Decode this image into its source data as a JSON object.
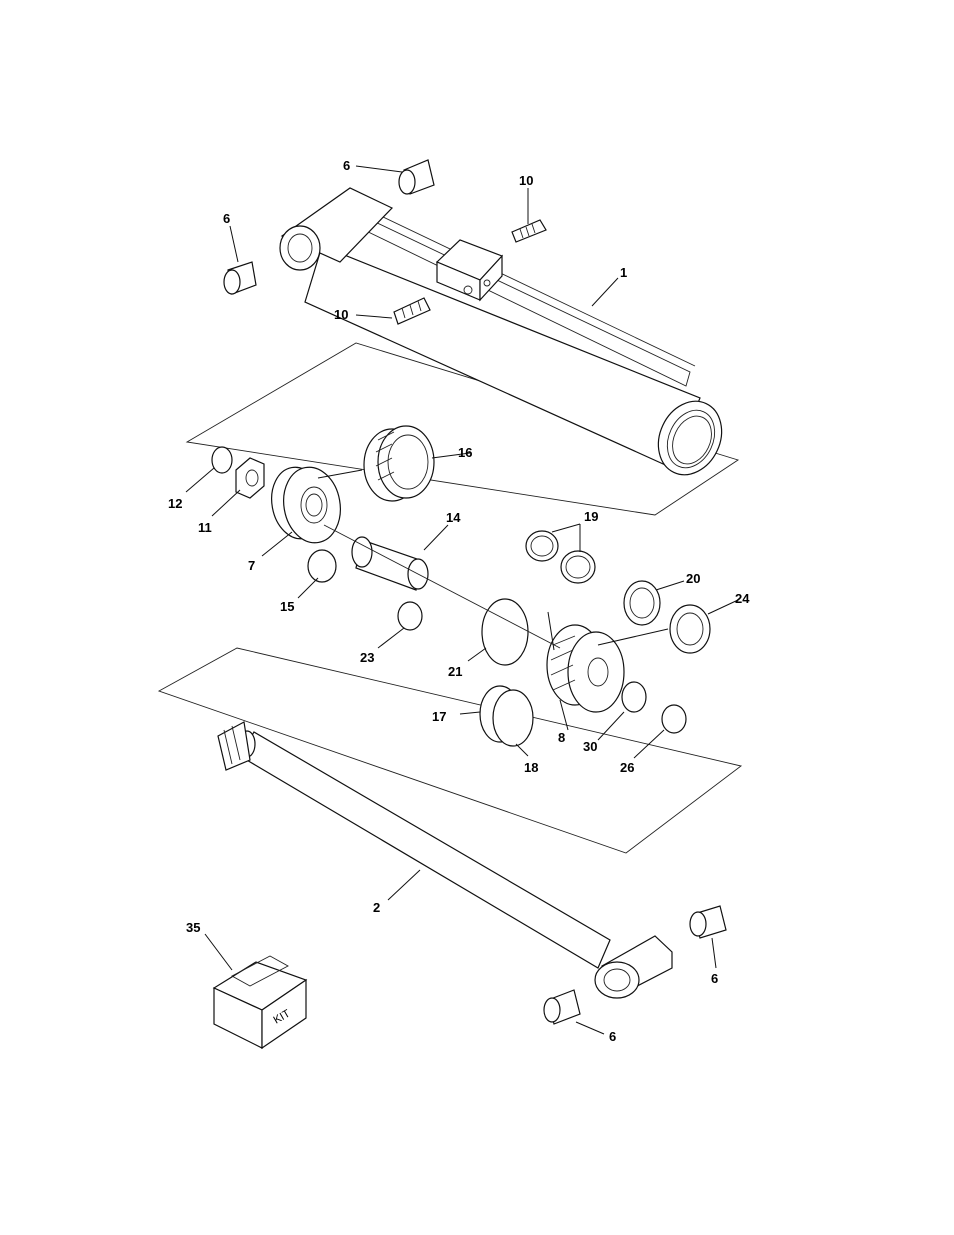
{
  "callouts": {
    "c1": "1",
    "c2": "2",
    "c6a": "6",
    "c6b": "6",
    "c6c": "6",
    "c6d": "6",
    "c7": "7",
    "c8": "8",
    "c10a": "10",
    "c10b": "10",
    "c11": "11",
    "c12": "12",
    "c14": "14",
    "c15": "15",
    "c16": "16",
    "c17": "17",
    "c18": "18",
    "c19": "19",
    "c20": "20",
    "c21": "21",
    "c23": "23",
    "c24": "24",
    "c26": "26",
    "c30": "30",
    "c35": "35"
  },
  "kit_box": {
    "label": "KIT"
  }
}
